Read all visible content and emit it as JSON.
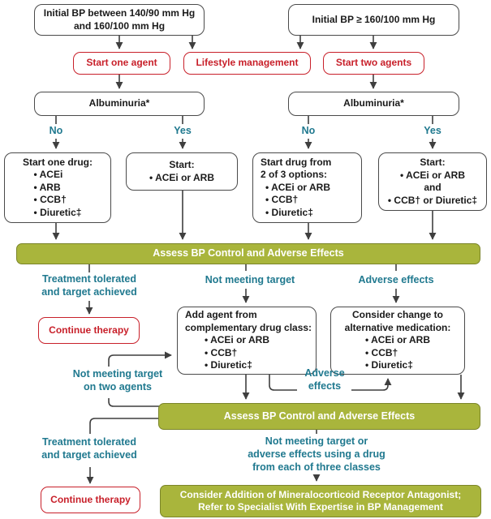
{
  "palette": {
    "teal": "#20798f",
    "red": "#c8202a",
    "olive_fill": "#a9b53c",
    "olive_border": "#7b8529",
    "box_border": "#4a4a4a",
    "arrow": "#3f3f3f",
    "ink": "#1a1a1a"
  },
  "nodes": {
    "initial_moderate": {
      "line1": "Initial BP between 140/90 mm Hg",
      "line2": "and 160/100 mm Hg"
    },
    "initial_high": {
      "label": "Initial BP ≥ 160/100 mm Hg"
    },
    "start_one_agent": {
      "label": "Start one agent"
    },
    "lifestyle": {
      "label": "Lifestyle management"
    },
    "start_two_agents": {
      "label": "Start two agents"
    },
    "albuminuria_left": {
      "label": "Albuminuria*"
    },
    "albuminuria_right": {
      "label": "Albuminuria*"
    },
    "start_one_drug": {
      "title": "Start one drug:",
      "items": [
        "• ACEi",
        "• ARB",
        "• CCB†",
        "• Diuretic‡"
      ]
    },
    "start_acei_arb": {
      "title": "Start:",
      "items": [
        "• ACEi or ARB"
      ]
    },
    "start_2of3": {
      "title1": "Start drug from",
      "title2": "2 of 3 options:",
      "items": [
        "• ACEi or ARB",
        "• CCB†",
        "• Diuretic‡"
      ]
    },
    "start_two_drugs": {
      "title": "Start:",
      "lines": [
        "• ACEi or ARB",
        "and",
        "• CCB† or Diuretic‡"
      ]
    },
    "assess1": {
      "label": "Assess BP Control and Adverse Effects"
    },
    "continue1": {
      "label": "Continue therapy"
    },
    "add_agent": {
      "title1": "Add agent from",
      "title2": "complementary drug class:",
      "items": [
        "• ACEi or ARB",
        "• CCB†",
        "• Diuretic‡"
      ]
    },
    "consider_change": {
      "title1": "Consider change to",
      "title2": "alternative medication:",
      "items": [
        "• ACEi or ARB",
        "• CCB†",
        "• Diuretic‡"
      ]
    },
    "assess2": {
      "label": "Assess BP Control and Adverse Effects"
    },
    "continue2": {
      "label": "Continue therapy"
    },
    "specialist": {
      "line1": "Consider Addition of Mineralocorticoid Receptor Antagonist;",
      "line2": "Refer to Specialist With Expertise in BP Management"
    }
  },
  "labels": {
    "no1": "No",
    "yes1": "Yes",
    "no2": "No",
    "yes2": "Yes",
    "treatment_tolerated_1a": "Treatment tolerated",
    "treatment_tolerated_1b": "and target achieved",
    "not_meeting_target": "Not meeting target",
    "adverse_effects_1": "Adverse effects",
    "not_meeting_two_a": "Not meeting target",
    "not_meeting_two_b": "on two agents",
    "adverse_2a": "Adverse",
    "adverse_2b": "effects",
    "treatment_tolerated_2a": "Treatment tolerated",
    "treatment_tolerated_2b": "and target achieved",
    "not_meeting_three_a": "Not meeting target or",
    "not_meeting_three_b": "adverse effects using a drug",
    "not_meeting_three_c": "from each of three classes"
  }
}
